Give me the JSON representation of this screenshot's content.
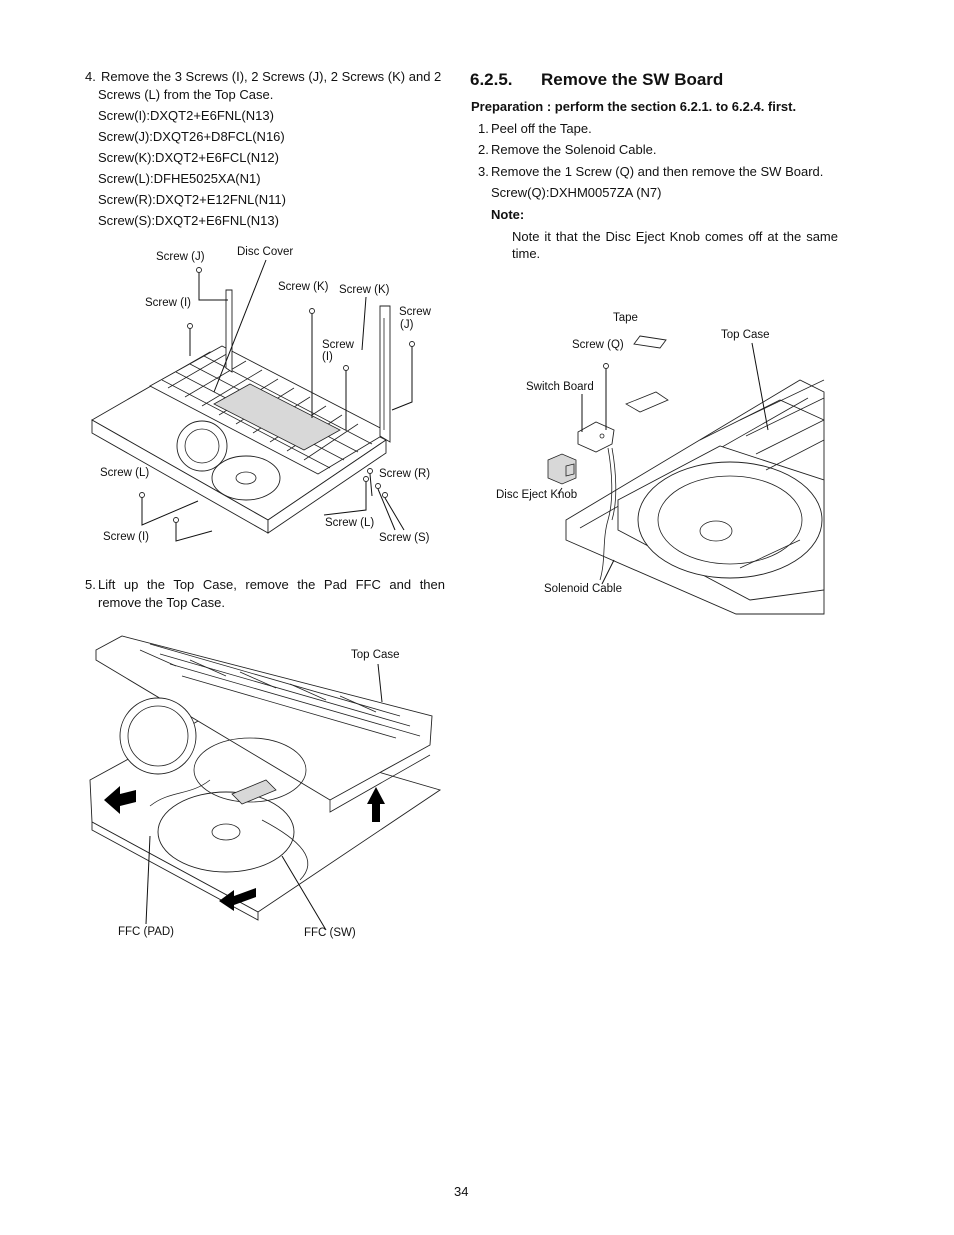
{
  "left": {
    "step4": {
      "num": "4.",
      "line1": "Remove the 3 Screws (I), 2 Screws (J), 2 Screws (K) and 2",
      "line2": "Screws (L) from the Top Case.",
      "screws": [
        "Screw(I):DXQT2+E6FNL(N13)",
        "Screw(J):DXQT26+D8FCL(N16)",
        "Screw(K):DXQT2+E6FCL(N12)",
        "Screw(L):DFHE5025XA(N1)",
        "Screw(R):DXQT2+E12FNL(N11)",
        "Screw(S):DXQT2+E6FNL(N13)"
      ]
    },
    "fig1": {
      "screw_j_1": "Screw (J)",
      "disc_cover": "Disc Cover",
      "screw_i_1": "Screw (I)",
      "screw_k_1": "Screw (K)",
      "screw_k_2": "Screw (K)",
      "screw_j_2a": "Screw",
      "screw_j_2b": "(J)",
      "screw_i_2a": "Screw",
      "screw_i_2b": "(I)",
      "screw_l_1": "Screw (L)",
      "screw_r": "Screw (R)",
      "screw_l_2": "Screw (L)",
      "screw_i_3": "Screw (I)",
      "screw_s": "Screw (S)"
    },
    "step5": {
      "num": "5.",
      "line1": "Lift up the Top Case, remove the Pad FFC and then",
      "line2": "remove the Top Case."
    },
    "fig2": {
      "top_case": "Top Case",
      "ffc_pad": "FFC (PAD)",
      "ffc_sw": "FFC (SW)"
    }
  },
  "right": {
    "section_num": "6.2.5.",
    "section_title": "Remove the SW Board",
    "preparation": "Preparation : perform the section 6.2.1. to 6.2.4. first.",
    "steps": [
      {
        "num": "1.",
        "text": "Peel off the Tape."
      },
      {
        "num": "2.",
        "text": "Remove the Solenoid Cable."
      },
      {
        "num": "3.",
        "text": "Remove the 1 Screw (Q) and then remove the SW Board."
      }
    ],
    "screw_q": "Screw(Q):DXHM0057ZA (N7)",
    "note_label": "Note:",
    "note_line1": "Note it that the Disc Eject Knob comes off at the same",
    "note_line2": "time.",
    "fig3": {
      "tape": "Tape",
      "top_case": "Top Case",
      "screw_q": "Screw (Q)",
      "switch_board": "Switch Board",
      "disc_eject_knob": "Disc Eject Knob",
      "solenoid_cable": "Solenoid Cable"
    }
  },
  "page_number": "34"
}
